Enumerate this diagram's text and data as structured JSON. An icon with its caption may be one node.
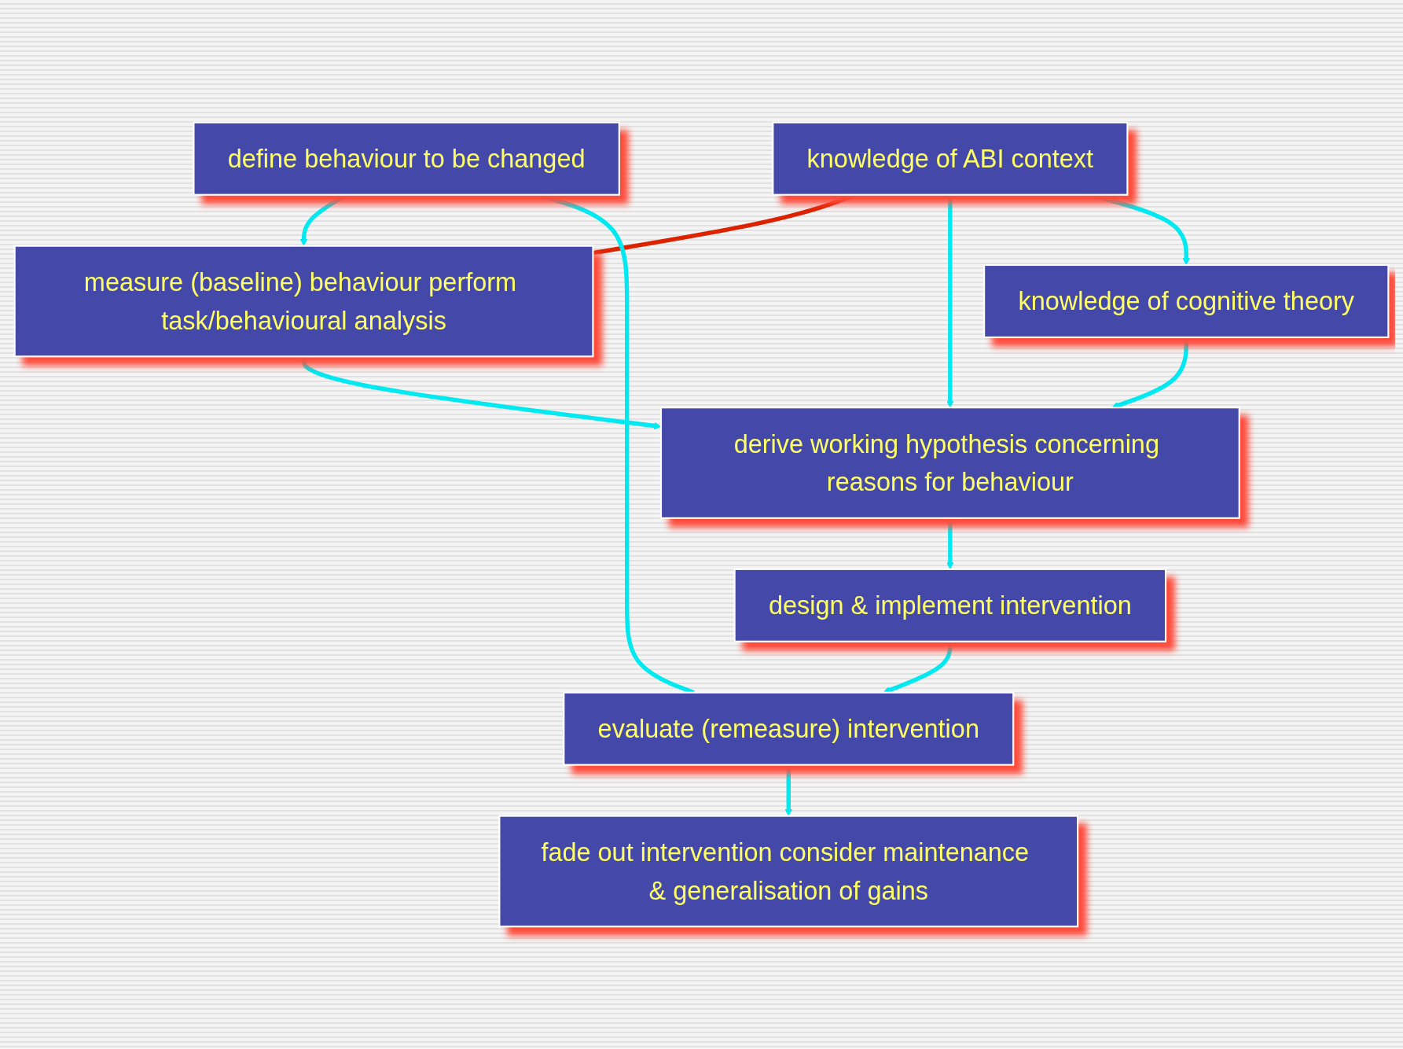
{
  "diagram": {
    "nodes": [
      {
        "text": [
          "define behaviour to be changed"
        ]
      },
      {
        "text": [
          "measure (baseline) behaviour perform task/behavioural analysis"
        ]
      },
      {
        "text": [
          "knowledge of ABI context"
        ]
      },
      {
        "text": [
          "derive working hypothesis concerning reasons for behaviour"
        ]
      },
      {
        "text": [
          "knowledge of cognitive theory"
        ]
      },
      {
        "text": [
          "design & implement intervention"
        ]
      },
      {
        "text": [
          "evaluate (remeasure) intervention"
        ]
      },
      {
        "text": [
          "fade out intervention consider maintenance & generalisation of gains"
        ]
      }
    ],
    "edges": [
      {
        "from": 0,
        "to": 1,
        "arrow": "to"
      },
      {
        "from": 2,
        "to": 1,
        "arrow": "none",
        "color": "#dd2200"
      },
      {
        "from": 1,
        "to": 3,
        "arrow": "to"
      },
      {
        "from": 2,
        "to": 3,
        "arrow": "to"
      },
      {
        "from": 2,
        "to": 4,
        "arrow": "both"
      },
      {
        "from": 4,
        "to": 3,
        "arrow": "to"
      },
      {
        "from": 3,
        "to": 5,
        "arrow": "to"
      },
      {
        "from": 5,
        "to": 6,
        "arrow": "to"
      },
      {
        "from": 6,
        "to": 7,
        "arrow": "to"
      },
      {
        "from": 6,
        "to": 0,
        "arrow": "to"
      }
    ]
  }
}
